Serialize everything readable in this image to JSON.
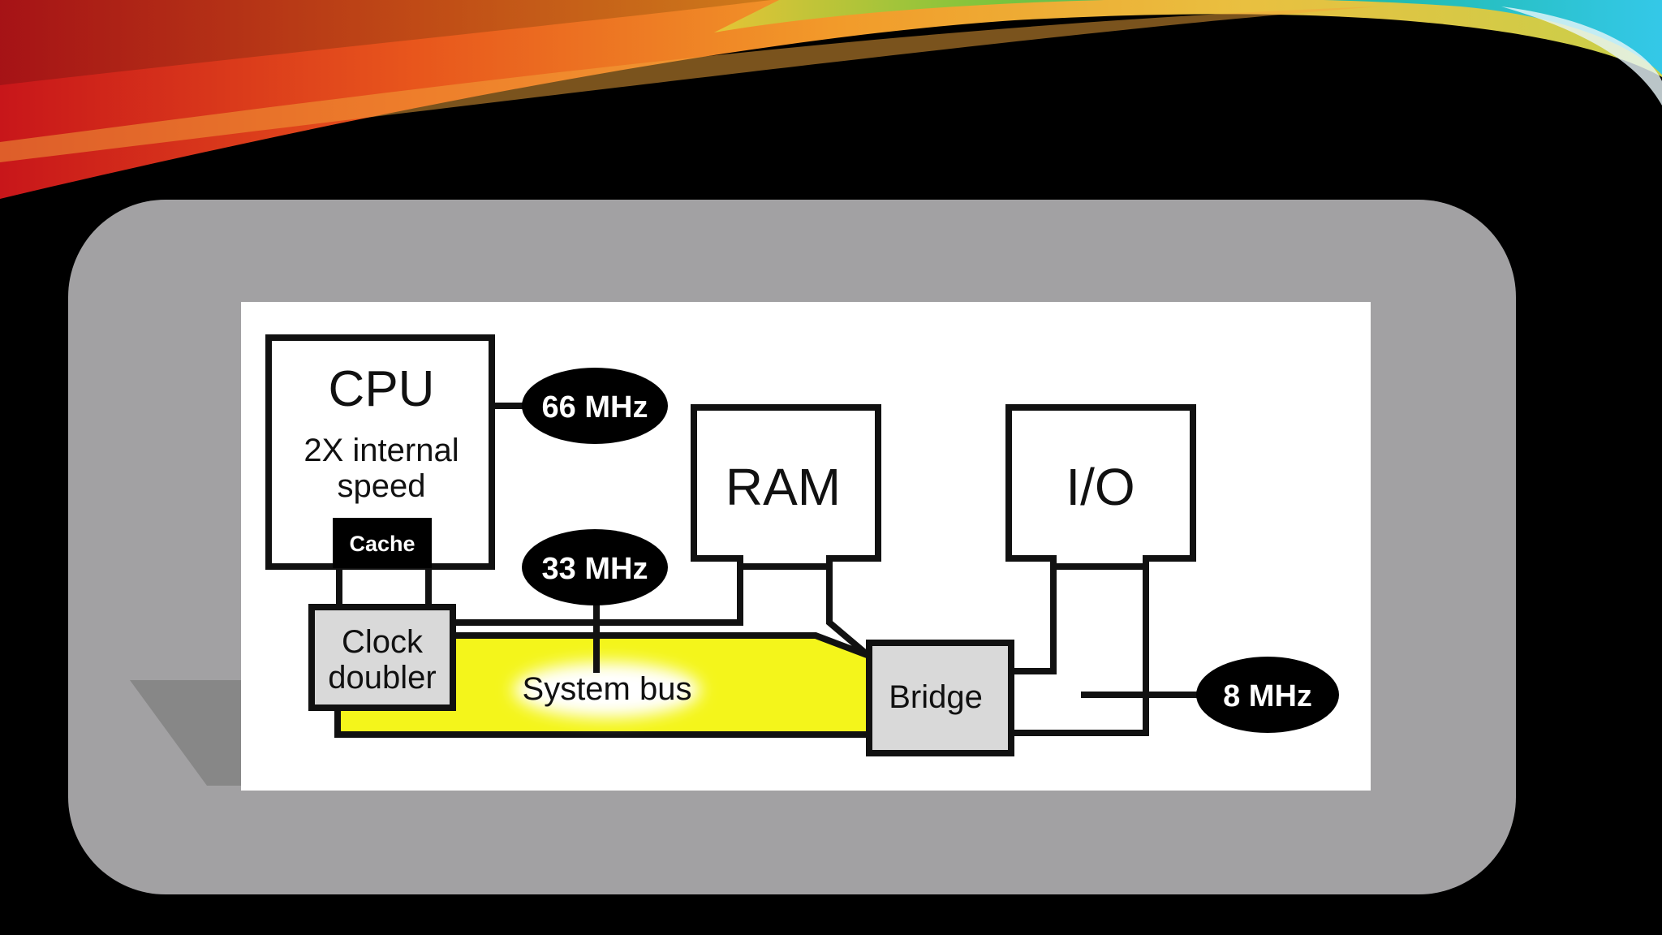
{
  "colors": {
    "slide_background": "#000000",
    "panel": "#a2a1a3",
    "diagram_background": "#ffffff",
    "system_bus": "#f4f51b",
    "line": "#111111",
    "pill": "#000000",
    "pill_text": "#ffffff",
    "gray_box": "#d9d9d9"
  },
  "diagram": {
    "cpu": {
      "title": "CPU",
      "line1": "2X internal",
      "line2": "speed"
    },
    "cache": {
      "label": "Cache"
    },
    "clock_doubler": {
      "line1": "Clock",
      "line2": "doubler"
    },
    "ram": {
      "label": "RAM"
    },
    "io": {
      "label": "I/O"
    },
    "bridge": {
      "label": "Bridge"
    },
    "system_bus": {
      "label": "System bus"
    },
    "speeds": {
      "cpu_clock": "66 MHz",
      "bus_clock": "33 MHz",
      "io_clock": "8 MHz"
    }
  }
}
